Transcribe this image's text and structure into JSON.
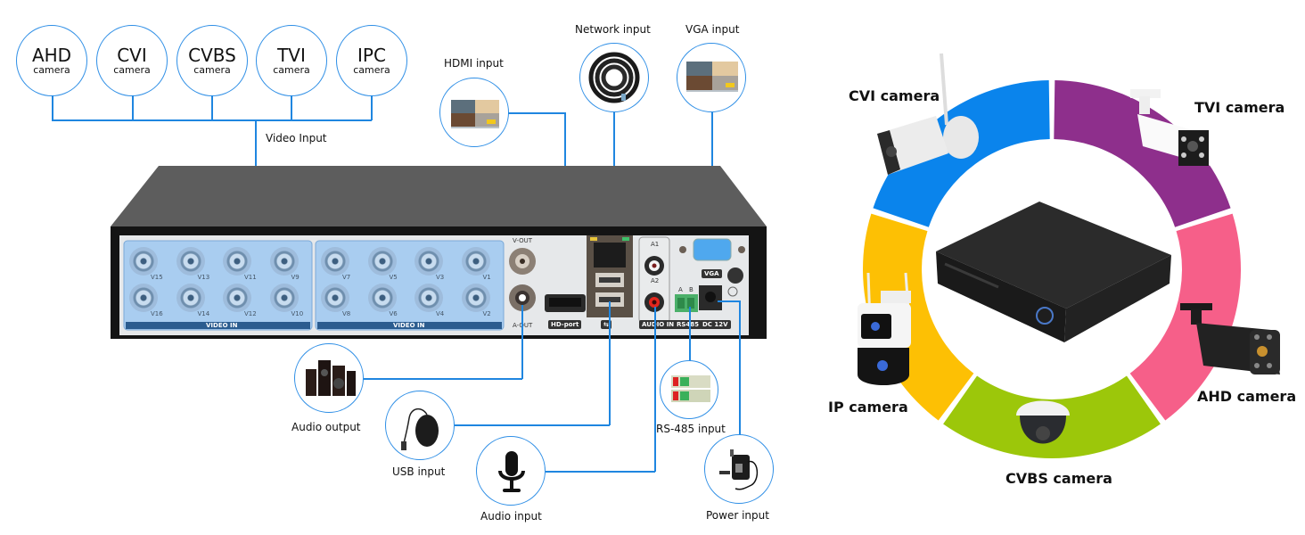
{
  "video_cameras": [
    {
      "big": "AHD",
      "small": "camera"
    },
    {
      "big": "CVI",
      "small": "camera"
    },
    {
      "big": "CVBS",
      "small": "camera"
    },
    {
      "big": "TVI",
      "small": "camera"
    },
    {
      "big": "IPC",
      "small": "camera"
    }
  ],
  "video_input_label": "Video Input",
  "top_connections": {
    "hdmi": "HDMI input",
    "network": "Network input",
    "vga": "VGA input"
  },
  "bottom_connections": {
    "audio_output": "Audio output",
    "usb": "USB input",
    "audio_input": "Audio input",
    "rs485": "RS-485 input",
    "power": "Power input"
  },
  "dvr_panel": {
    "video_in_label": "VIDEO IN",
    "channels_left_top": [
      "V15",
      "V13",
      "V11",
      "V9"
    ],
    "channels_left_bottom": [
      "V16",
      "V14",
      "V12",
      "V10"
    ],
    "channels_right_top": [
      "V7",
      "V5",
      "V3",
      "V1"
    ],
    "channels_right_bottom": [
      "V8",
      "V6",
      "V4",
      "V2"
    ],
    "v_out": "V-OUT",
    "a_out": "A-OUT",
    "hd_port": "HD-port",
    "usb_symbol": "⇆",
    "a1": "A1",
    "a2": "A2",
    "audio_in": "AUDIO IN",
    "vga": "VGA",
    "rs485_a": "A",
    "rs485_b": "B",
    "rs485": "RS485",
    "dc12v": "DC 12V"
  },
  "ring": {
    "segments": [
      {
        "name": "CVI camera",
        "color": "#0a84ec"
      },
      {
        "name": "TVI camera",
        "color": "#8e2f8c"
      },
      {
        "name": "AHD camera",
        "color": "#f65f89"
      },
      {
        "name": "CVBS camera",
        "color": "#9cc70a"
      },
      {
        "name": "IP camera",
        "color": "#fdc004"
      }
    ]
  },
  "colors": {
    "connector_blue": "#1f86e0",
    "panel_blue": "#a9cdf0",
    "panel_label_bar": "#2b5c8f"
  }
}
